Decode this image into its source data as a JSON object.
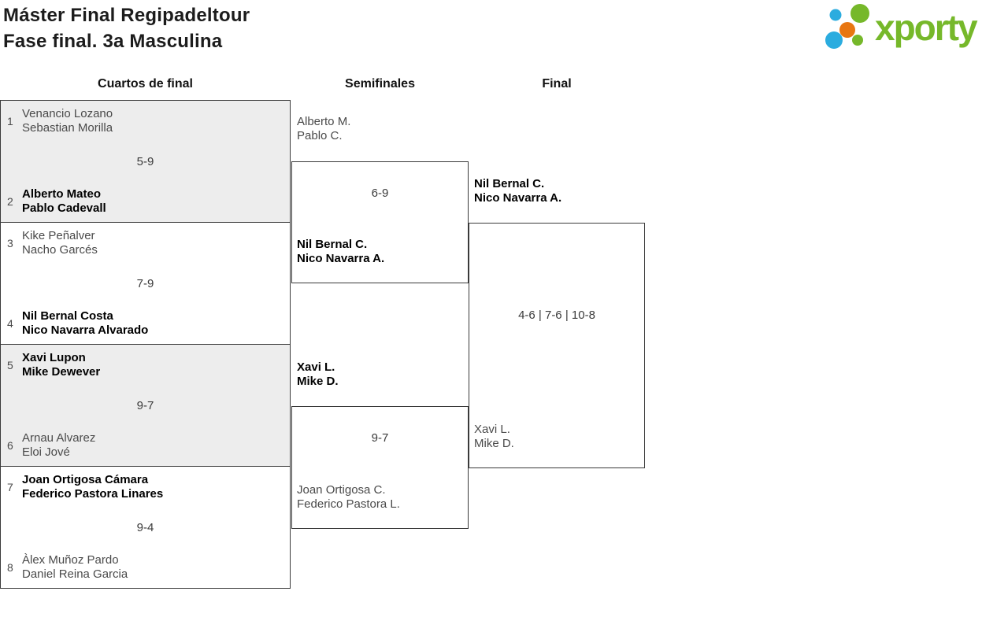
{
  "title": {
    "line1": "Máster Final Regipadeltour",
    "line2": "Fase final. 3a Masculina"
  },
  "logo": {
    "text": "xporty",
    "dot_colors": {
      "green": "#76b82a",
      "blue": "#2bacdf",
      "orange": "#e87611"
    }
  },
  "rounds": [
    "Cuartos de final",
    "Semifinales",
    "Final"
  ],
  "quarterfinals": [
    {
      "top": {
        "seed": "1",
        "players": [
          "Venancio Lozano",
          "Sebastian Morilla"
        ],
        "winner": false
      },
      "score": "5-9",
      "bottom": {
        "seed": "2",
        "players": [
          "Alberto Mateo",
          "Pablo Cadevall"
        ],
        "winner": true
      }
    },
    {
      "top": {
        "seed": "3",
        "players": [
          "Kike Peñalver",
          "Nacho Garcés"
        ],
        "winner": false
      },
      "score": "7-9",
      "bottom": {
        "seed": "4",
        "players": [
          "Nil Bernal Costa",
          "Nico Navarra Alvarado"
        ],
        "winner": true
      }
    },
    {
      "top": {
        "seed": "5",
        "players": [
          "Xavi Lupon",
          "Mike Dewever"
        ],
        "winner": true
      },
      "score": "9-7",
      "bottom": {
        "seed": "6",
        "players": [
          "Arnau Alvarez",
          "Eloi Jové"
        ],
        "winner": false
      }
    },
    {
      "top": {
        "seed": "7",
        "players": [
          "Joan Ortigosa Cámara",
          "Federico Pastora Linares"
        ],
        "winner": true
      },
      "score": "9-4",
      "bottom": {
        "seed": "8",
        "players": [
          "Àlex Muñoz Pardo",
          "Daniel Reina Garcia"
        ],
        "winner": false
      }
    }
  ],
  "semifinals": [
    {
      "top": {
        "players": [
          "Alberto M.",
          "Pablo C."
        ],
        "winner": false
      },
      "score": "6-9",
      "bottom": {
        "players": [
          "Nil Bernal C.",
          "Nico Navarra A."
        ],
        "winner": true
      }
    },
    {
      "top": {
        "players": [
          "Xavi L.",
          "Mike D."
        ],
        "winner": true
      },
      "score": "9-7",
      "bottom": {
        "players": [
          "Joan Ortigosa C.",
          "Federico Pastora L."
        ],
        "winner": false
      }
    }
  ],
  "final": {
    "top": {
      "players": [
        "Nil Bernal C.",
        "Nico Navarra A."
      ],
      "winner": true
    },
    "score": "4-6 | 7-6 | 10-8",
    "bottom": {
      "players": [
        "Xavi L.",
        "Mike D."
      ],
      "winner": false
    }
  },
  "colors": {
    "block_gray": "#ededed",
    "line": "#3a3a3a",
    "winner_text": "#000000",
    "loser_text": "#4a4a4a"
  }
}
